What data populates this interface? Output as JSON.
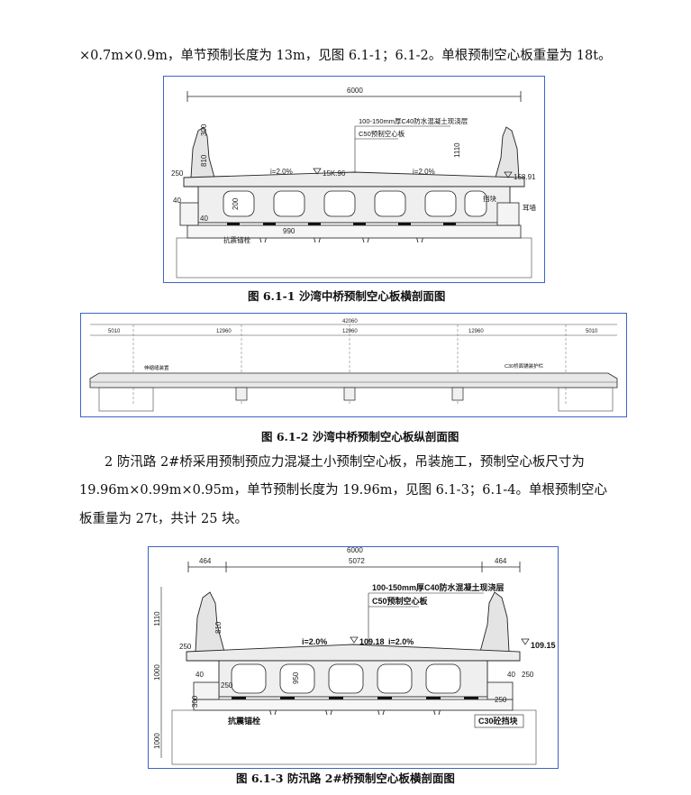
{
  "text": {
    "para1": "×0.7m×0.9m，单节预制长度为 13m，见图 6.1-1；6.1-2。单根预制空心板重量为 18t。",
    "para2_line1": "2 防汛路 2#桥采用预制预应力混凝土小预制空心板，吊装施工，预制空心板尺寸为",
    "para2_line2": "19.96m×0.99m×0.95m，单节预制长度为 19.96m，见图 6.1-3；6.1-4。单根预制空心",
    "para2_line3": "板重量为 27t，共计 25 块。"
  },
  "figures": {
    "fig1": {
      "caption": "图 6.1-1 沙湾中桥预制空心板横剖面图",
      "width_dim": "6000",
      "note1": "100-150mm厚C40防水混凝土现浇层",
      "note2": "C50预制空心板",
      "slope_left": "i=2.0%",
      "slope_right": "i=2.0%",
      "elev_mid": "15K.96",
      "elev_right": "158.91",
      "dim_300": "300",
      "dim_810": "810",
      "dim_1110": "1110",
      "dim_250": "250",
      "dim_40": "40",
      "dim_990": "990",
      "dim_200": "200",
      "dim_40b": "40",
      "label_anchor": "抗震锚栓",
      "label_block": "挡块",
      "label_ear": "耳墙"
    },
    "fig2": {
      "caption": "图 6.1-2 沙湾中桥预制空心板纵剖面图",
      "total_dim": "42060",
      "span1": "5010",
      "span2": "12960",
      "span3": "12960",
      "span4": "12960",
      "span5": "5010",
      "note_left": "伸缩缝装置",
      "note_right": "C30桥面铺装护栏"
    },
    "fig3": {
      "caption": "图 6.1-3 防汛路 2#桥预制空心板横剖面图",
      "top_dim": "6000",
      "dim_left": "464",
      "dim_mid": "5072",
      "dim_right": "464",
      "note1": "100-150mm厚C40防水混凝土现浇层",
      "note2": "C50预制空心板",
      "slope_left": "i=2.0%",
      "slope_right": "i=2.0%",
      "elev_mid": "109.18",
      "elev_right": "109.15",
      "dim_1110": "1110",
      "dim_810": "810",
      "dim_250": "250",
      "dim_250b": "250",
      "dim_40": "40",
      "dim_40r": "40",
      "dim_250r": "250",
      "dim_1000": "1000",
      "dim_950": "950",
      "dim_300": "300",
      "dim_1000b": "1000",
      "dim_250bot": "250",
      "label_anchor": "抗震锚栓",
      "label_block": "C30砼挡块"
    }
  }
}
